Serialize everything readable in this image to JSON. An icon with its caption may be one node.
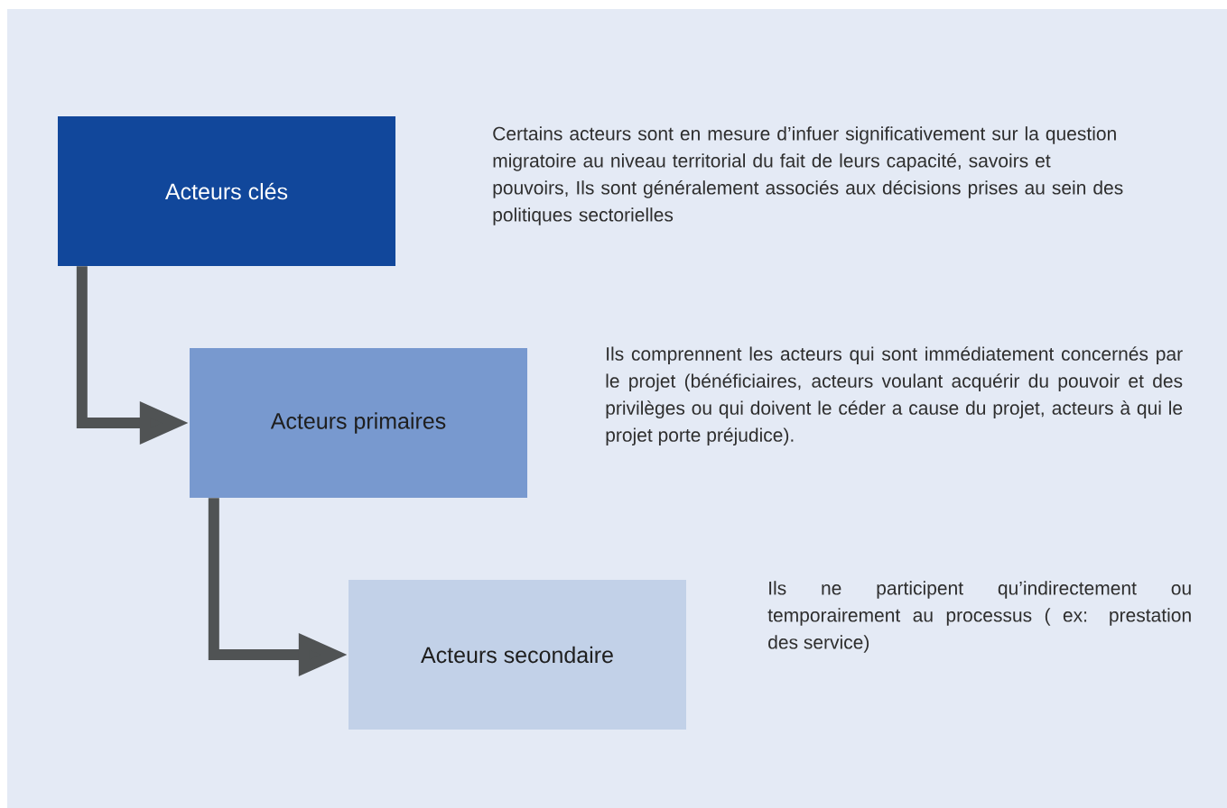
{
  "diagram": {
    "nodes": [
      {
        "text": [
          "Acteurs clés"
        ]
      },
      {
        "text": [
          "Acteurs primaires"
        ]
      },
      {
        "text": [
          "Acteurs secondaire"
        ]
      }
    ],
    "edges": [
      {
        "from": 0,
        "to": 1,
        "arrow": "to"
      },
      {
        "from": 1,
        "to": 2,
        "arrow": "to"
      }
    ],
    "labels": [
      "Certains acteurs sont en mesure d’infuer significativement sur la question migratoire au niveau territorial du fait de leurs capacité, savoirs et pouvoirs, Ils sont généralement associés aux décisions prises au sein des politiques sectorielles",
      "Ils comprennent les acteurs qui sont immédiatement concernés par le projet (bénéficiaires, acteurs voulant acquérir du pouvoir et des privilèges ou qui doivent le céder a cause du projet, acteurs à qui le projet porte préjudice).",
      "Ils ne participent qu’indirectement ou temporairement au processus ( ex: prestation des service)"
    ]
  }
}
